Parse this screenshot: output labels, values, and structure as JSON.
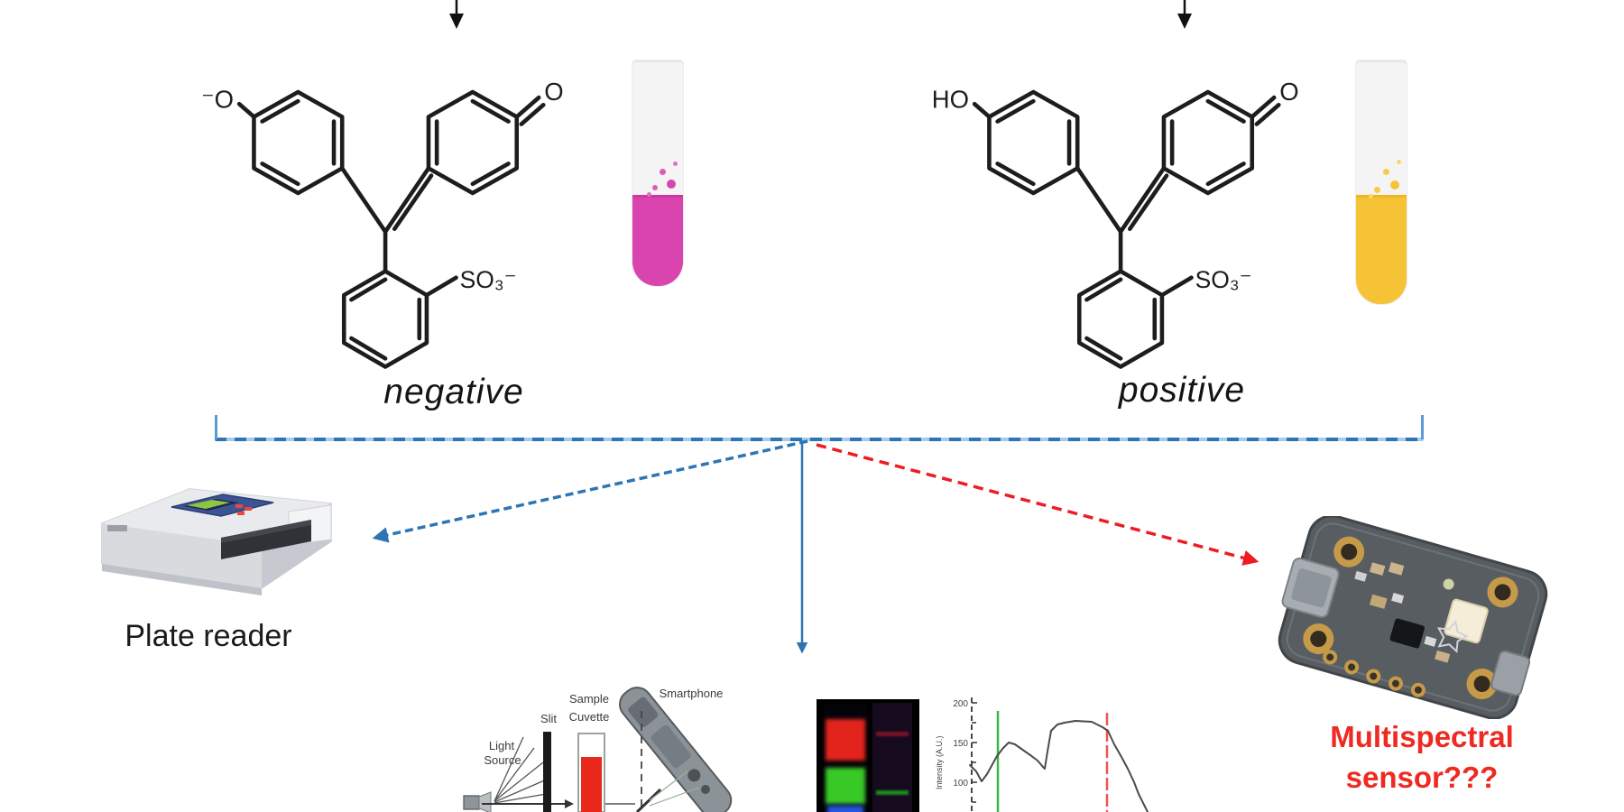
{
  "molecules": {
    "negative": {
      "hydroxyl": "⁻O",
      "ketone": "O",
      "sulfonate": "SO₃⁻",
      "state_label": "negative",
      "liquid_color": "#d944ae"
    },
    "positive": {
      "hydroxyl": "HO",
      "ketone": "O",
      "sulfonate": "SO₃⁻",
      "state_label": "positive",
      "liquid_color": "#f5c335"
    }
  },
  "plate_reader": {
    "label": "Plate reader"
  },
  "spectrometer": {
    "light_source": [
      "Light",
      "Source"
    ],
    "slit": "Slit",
    "cuvette": [
      "Sample",
      "Cuvette"
    ],
    "smartphone": "Smartphone"
  },
  "graph": {
    "ylabel": "Intensity (A.U.)",
    "yticks": [
      "200",
      "150",
      "100"
    ]
  },
  "multispectral": {
    "line1": "Multispectral",
    "line2": "sensor???",
    "color": "#ee2a22"
  },
  "colors": {
    "arrow_blue": "#2e75b6",
    "arrow_red": "#ed1c24",
    "bracket_blue": "#5b9bd5"
  }
}
